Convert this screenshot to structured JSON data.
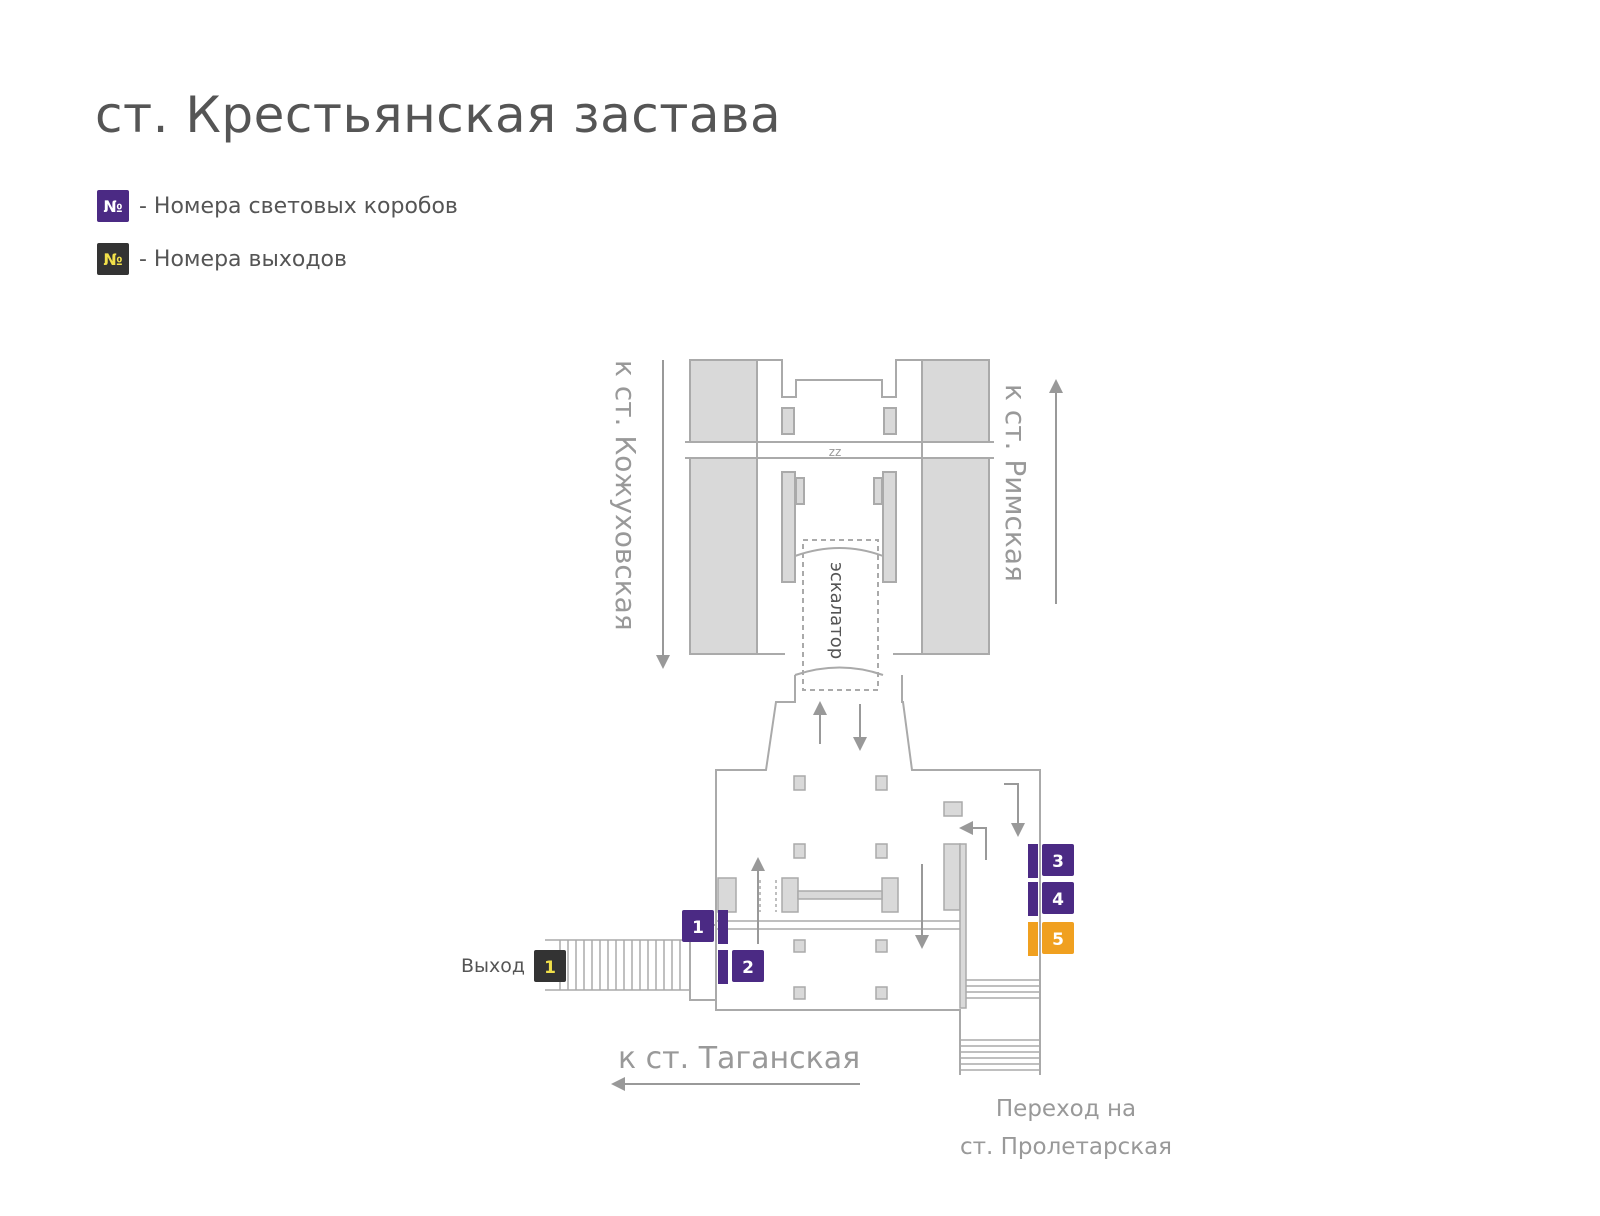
{
  "title": "ст. Крестьянская застава",
  "legend": {
    "symbol": "№",
    "items": [
      {
        "type": "lightbox",
        "label": "- Номера световых коробов",
        "bg": "#4b2a84",
        "fg": "#ffffff"
      },
      {
        "type": "exit",
        "label": "- Номера выходов",
        "bg": "#333333",
        "fg": "#f1e04a"
      }
    ]
  },
  "map": {
    "dir_left": "к ст. Кожуховская",
    "dir_right": "к ст. Римская",
    "dir_bottom": "к ст. Таганская",
    "transfer_line1": "Переход на",
    "transfer_line2": "ст. Пролетарская",
    "escalator": "эскалатор",
    "exit_label": "Выход",
    "exit_number": "1",
    "lightboxes": [
      {
        "number": "1",
        "color": "#4b2a84"
      },
      {
        "number": "2",
        "color": "#4b2a84"
      },
      {
        "number": "3",
        "color": "#4b2a84"
      },
      {
        "number": "4",
        "color": "#4b2a84"
      },
      {
        "number": "5",
        "color": "#f0a020"
      }
    ],
    "colors": {
      "line": "#aaaaaa",
      "track": "#d9d9d9",
      "lightbox": "#4b2a84",
      "lightbox_highlight": "#f0a020",
      "exit_badge": "#333333",
      "exit_text": "#f1e04a"
    }
  }
}
